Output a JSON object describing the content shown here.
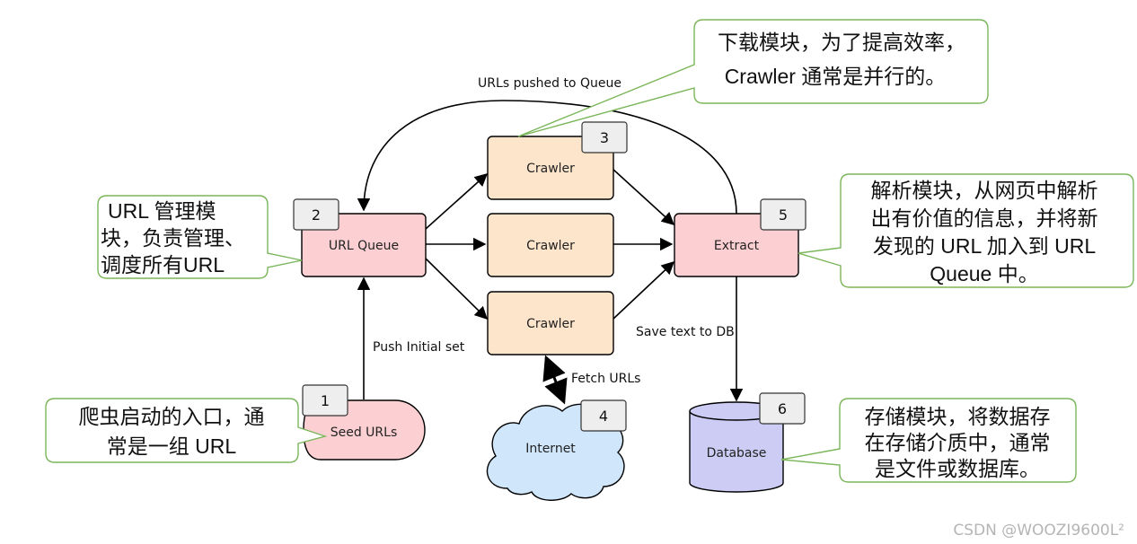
{
  "nodes": {
    "url_queue": "URL Queue",
    "crawler_top": "Crawler",
    "crawler_middle": "Crawler",
    "crawler_bottom": "Crawler",
    "extract": "Extract",
    "seed_urls": "Seed URLs",
    "internet": "Internet",
    "database": "Database"
  },
  "badges": {
    "seed": "1",
    "queue": "2",
    "crawler": "3",
    "internet": "4",
    "extract": "5",
    "database": "6"
  },
  "edge_labels": {
    "pushed": "URLs pushed to Queue",
    "push_initial": "Push Initial set",
    "fetch": "Fetch URLs",
    "save": "Save text to DB"
  },
  "callouts": {
    "crawler": [
      "下载模块，为了提高效率，",
      "Crawler 通常是并行的。"
    ],
    "queue": [
      "URL 管理模",
      "块，负责管理、",
      "调度所有URL"
    ],
    "extract": [
      "解析模块，从网页中解析",
      "出有价值的信息，并将新",
      "发现的 URL 加入到 URL",
      "Queue 中。"
    ],
    "seed": [
      "爬虫启动的入口，通",
      "常是一组 URL"
    ],
    "database": [
      "存储模块，将数据存",
      "在存储介质中，通常",
      "是文件或数据库。"
    ]
  },
  "colors": {
    "queue_fill": "#fcd0d3",
    "crawler_fill": "#fde5cc",
    "extract_fill": "#fcd0d3",
    "seed_fill": "#fcd0d3",
    "internet_fill": "#cfe6fb",
    "database_fill": "#ccccf5",
    "callout_border": "#7bb65a",
    "badge_fill": "#eeeeee"
  },
  "watermark": "CSDN @WOOZI9600L²"
}
